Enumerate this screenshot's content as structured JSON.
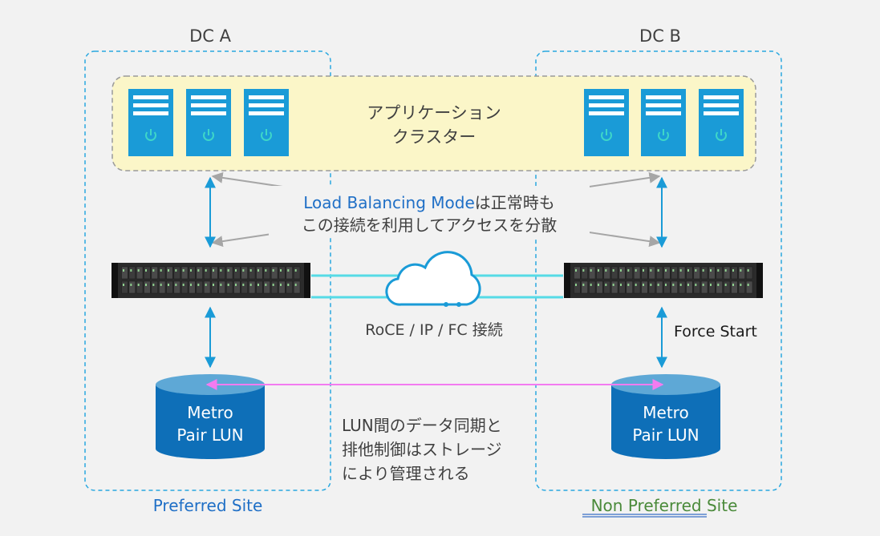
{
  "dc_a_label": "DC A",
  "dc_b_label": "DC B",
  "cluster_label_line1": "アプリケーション",
  "cluster_label_line2": "クラスター",
  "lb_highlight": "Load Balancing Mode",
  "lb_line1_rest": "は正常時も",
  "lb_line2": "この接続を利用してアクセスを分散",
  "link_label": "RoCE / IP / FC 接続",
  "force_start_label": "Force Start",
  "lun_a_line1": "Metro",
  "lun_a_line2": "Pair LUN",
  "lun_b_line1": "Metro",
  "lun_b_line2": "Pair LUN",
  "sync_note_line1": "LUN間のデータ同期と",
  "sync_note_line2": "排他制御はストレージ",
  "sync_note_line3": "により管理される",
  "preferred_site_label": "Preferred Site",
  "non_preferred_word": "Non Preferred",
  "non_preferred_site_word": " Site",
  "icons": [
    "server-icon",
    "power-icon",
    "storage-array-icon",
    "cloud-icon",
    "database-icon"
  ],
  "colors": {
    "background": "#f2f2f2",
    "dc_border": "#29a8e0",
    "cluster_fill": "#fbf6c8",
    "cluster_border": "#9a9a9a",
    "server": "#1a9bd7",
    "power": "#3ed6c8",
    "arrow_blue": "#1a9bd7",
    "arrow_gray": "#a6a6a6",
    "link_cyan": "#56dbe6",
    "sync_pink": "#f37bf0",
    "lun_top": "#5ea8d6",
    "lun_body": "#0e6fb8",
    "text_blue": "#1f6fc6",
    "text_green": "#4a8a3a",
    "text_dark": "#404040"
  }
}
